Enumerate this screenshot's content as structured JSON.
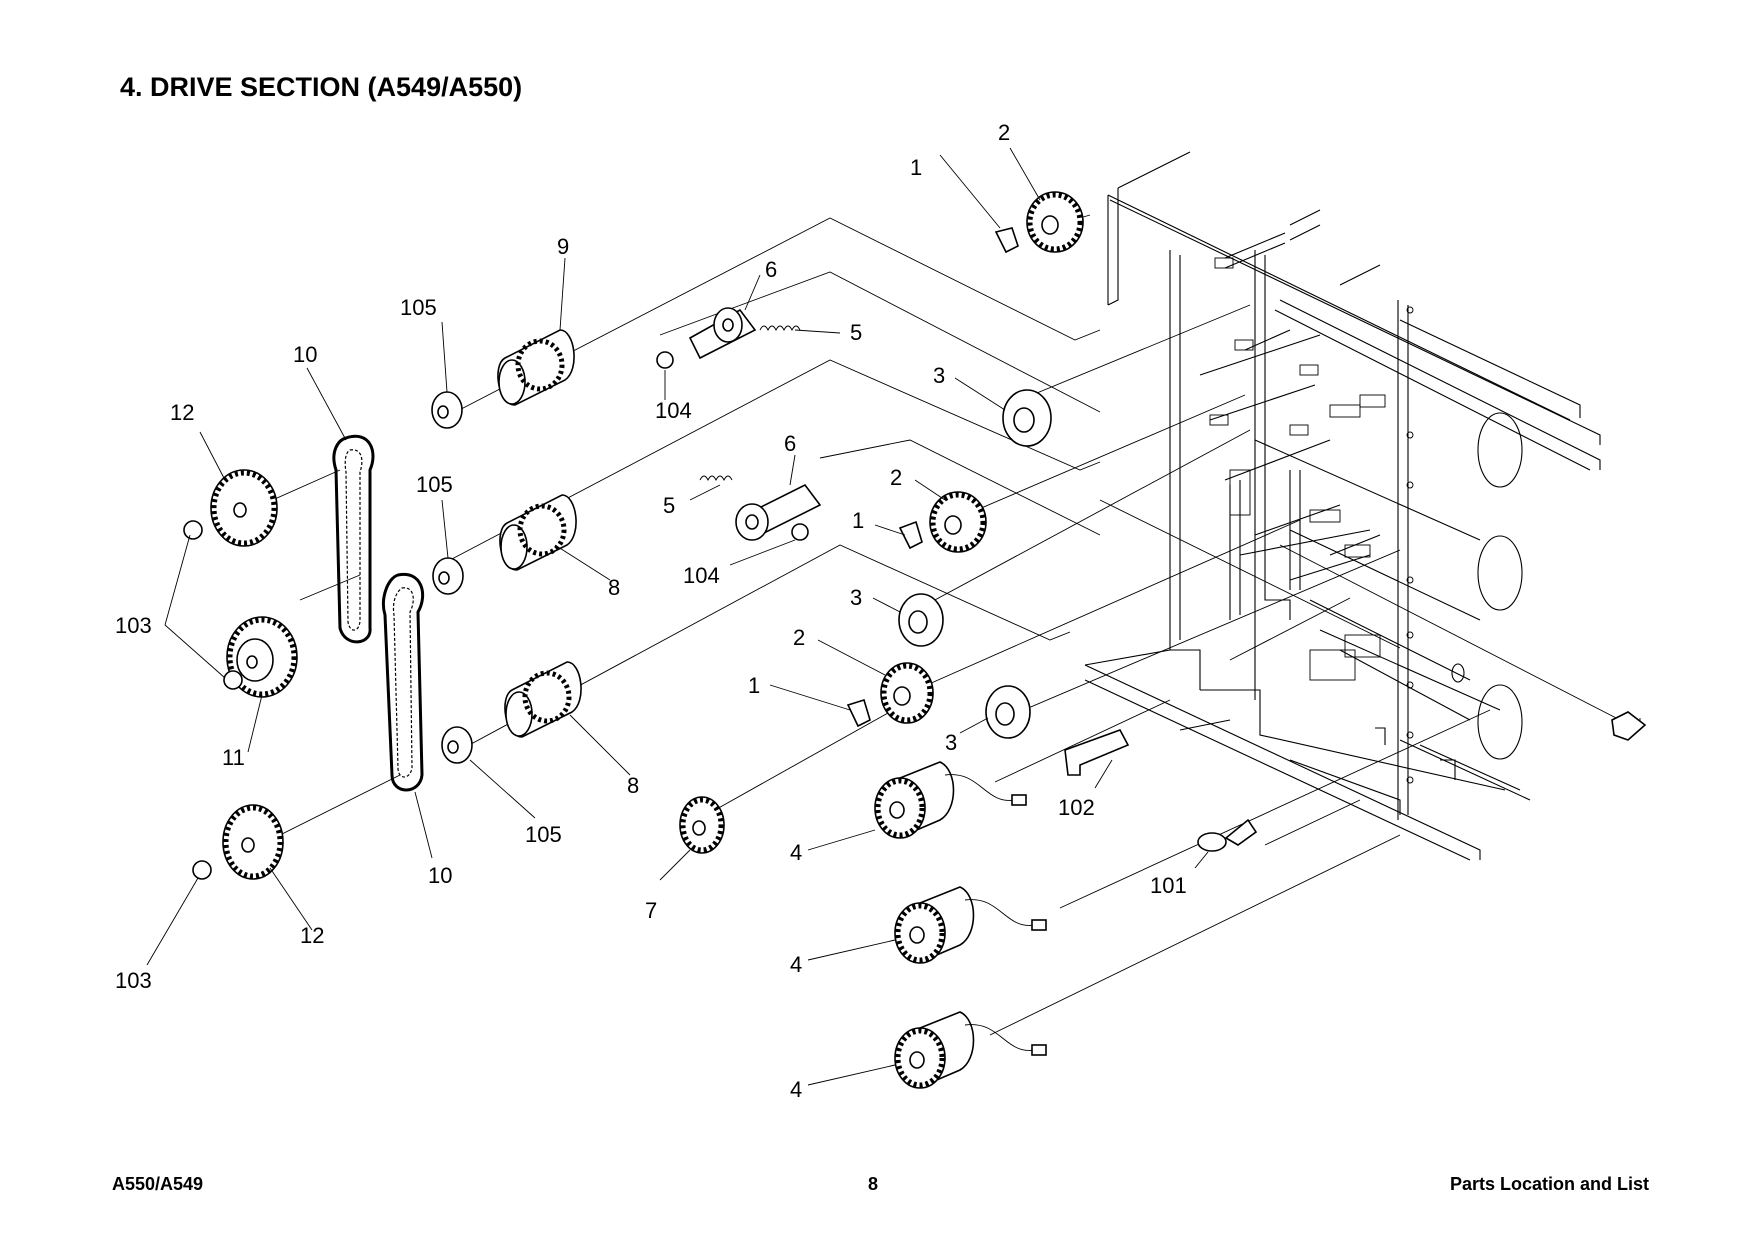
{
  "page": {
    "title": "4. DRIVE SECTION (A549/A550)",
    "footer_left": "A550/A549",
    "footer_center": "8",
    "footer_right": "Parts Location and List"
  },
  "callouts": {
    "c1a": "1",
    "c1b": "1",
    "c1c": "1",
    "c2a": "2",
    "c2b": "2",
    "c2c": "2",
    "c3a": "3",
    "c3b": "3",
    "c3c": "3",
    "c4a": "4",
    "c4b": "4",
    "c4c": "4",
    "c5a": "5",
    "c5b": "5",
    "c6a": "6",
    "c6b": "6",
    "c7": "7",
    "c8a": "8",
    "c8b": "8",
    "c9": "9",
    "c10a": "10",
    "c10b": "10",
    "c11": "11",
    "c12a": "12",
    "c12b": "12",
    "c101": "101",
    "c102": "102",
    "c103a": "103",
    "c103b": "103",
    "c104a": "104",
    "c104b": "104",
    "c105a": "105",
    "c105b": "105",
    "c105c": "105"
  }
}
